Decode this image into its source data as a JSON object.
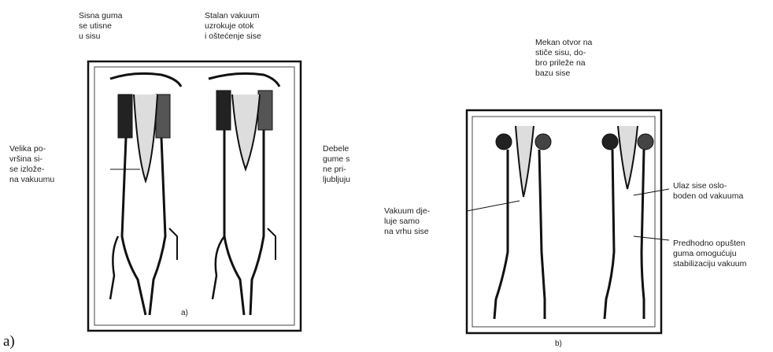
{
  "panel_a": {
    "caption": "a)",
    "labels": {
      "top_left": "Sisna guma\nse utisne\nu sisu",
      "top_right": "Stalan vakuum\nuzrokuje otok\ni oštećenje sise",
      "side_left": "Velika po-\nvršina si-\nse izlože-\nna vakuumu",
      "side_right": "Debele\ngume s\nne pri-\nljubljuju"
    }
  },
  "panel_b": {
    "caption": "b)",
    "labels": {
      "top": "Mekan otvor na\nstiče sisu, do-\nbro prileže na\nbazu sise",
      "left": "Vakuum dje-\nluje samo\nna vrhu sise",
      "right_upper": "Ulaz sise oslo-\nboden od vakuuma",
      "right_lower": "Predhodno opušten\nguma omogućuju\nstabilizaciju vakuum"
    }
  },
  "figure_caption": "a)"
}
